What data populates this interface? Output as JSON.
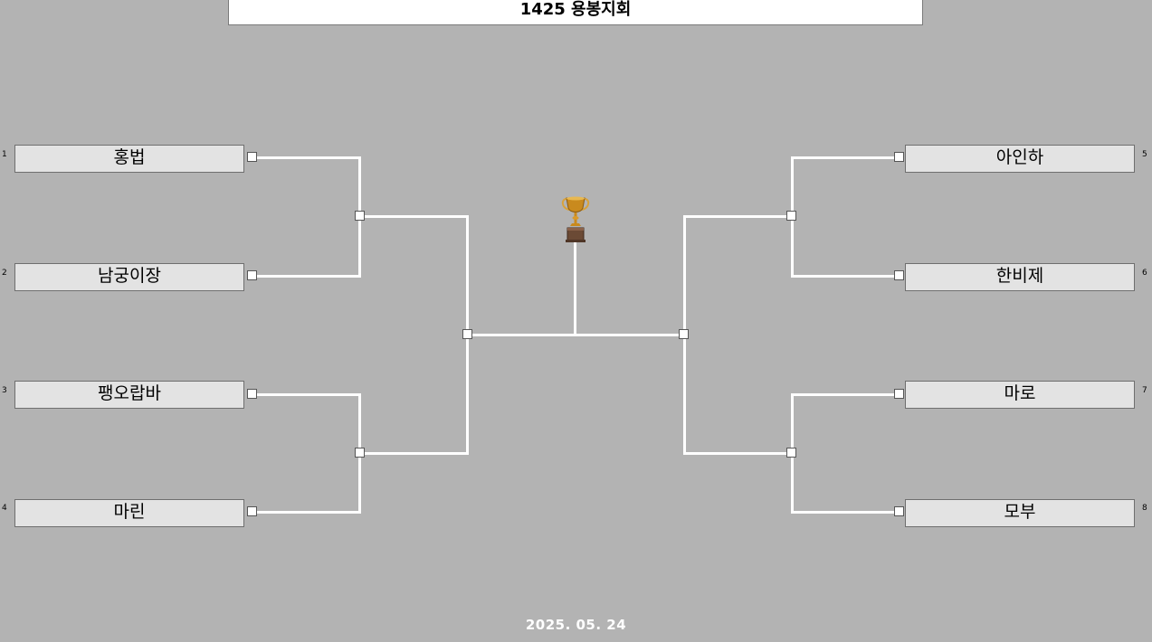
{
  "title": "1425 용봉지회",
  "date": "2025. 05. 24",
  "trophy_icon": "trophy-icon",
  "colors": {
    "background": "#b3b3b3",
    "bracket_line": "#ffffff",
    "player_box": "#e3e3e3"
  },
  "left_players": [
    {
      "seed": "1",
      "name": "홍법"
    },
    {
      "seed": "2",
      "name": "남궁이장"
    },
    {
      "seed": "3",
      "name": "팽오랍바"
    },
    {
      "seed": "4",
      "name": "마린"
    }
  ],
  "right_players": [
    {
      "seed": "5",
      "name": "아인하"
    },
    {
      "seed": "6",
      "name": "한비제"
    },
    {
      "seed": "7",
      "name": "마로"
    },
    {
      "seed": "8",
      "name": "모부"
    }
  ]
}
